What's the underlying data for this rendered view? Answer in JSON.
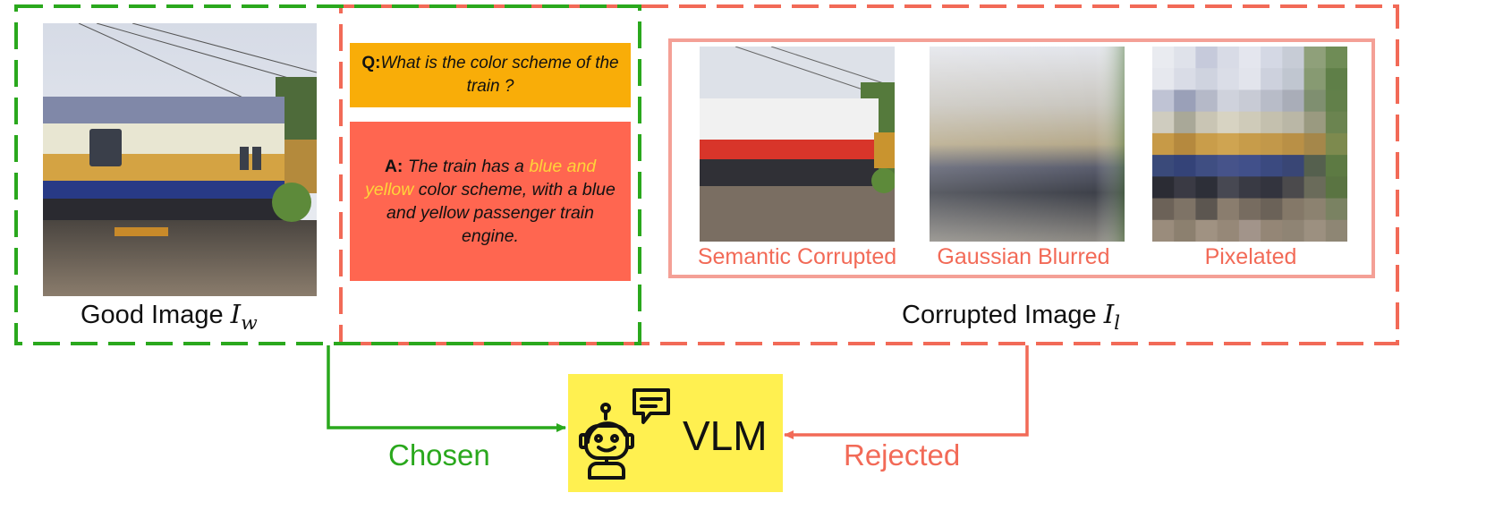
{
  "good_image": {
    "caption_text": "Good Image",
    "caption_symbol": "I",
    "caption_subscript": "w"
  },
  "qa": {
    "question_prefix": "Q:",
    "question_text": "What is the color scheme of the train ?",
    "answer_prefix": "A:",
    "answer_before": "The train has a",
    "answer_highlight": "blue and yellow",
    "answer_after": "color scheme, with a blue and yellow passenger train engine."
  },
  "corruptions": [
    {
      "label": "Semantic Corrupted"
    },
    {
      "label": "Gaussian Blurred"
    },
    {
      "label": "Pixelated"
    }
  ],
  "corrupted_image": {
    "caption_text": "Corrupted Image",
    "caption_symbol": "I",
    "caption_subscript": "l"
  },
  "vlm": {
    "label": "VLM",
    "icon": "robot-chat-icon"
  },
  "edges": {
    "chosen": "Chosen",
    "rejected": "Rejected"
  },
  "colors": {
    "good_border": "#2aa81d",
    "corrupted_border": "#f26a57",
    "inner_border": "#f4a096",
    "question_box": "#f9ad08",
    "answer_box": "#ff6650",
    "highlight": "#ffd43a",
    "vlm_box": "#fff050",
    "chosen": "#2aa81d",
    "rejected": "#f26a57"
  }
}
